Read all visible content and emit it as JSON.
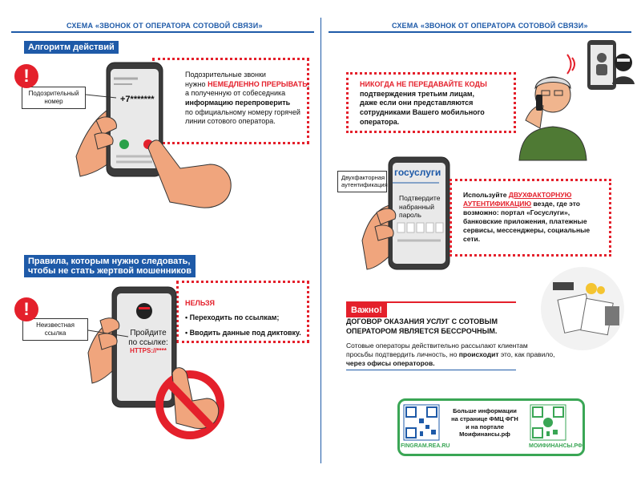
{
  "header": {
    "left_title": "СХЕМА «ЗВОНОК ОТ ОПЕРАТОРА СОТОВОЙ СВЯЗИ»",
    "right_title": "СХЕМА «ЗВОНОК ОТ ОПЕРАТОРА СОТОВОЙ СВЯЗИ»"
  },
  "algorithm": {
    "banner": "Алгоритм действий",
    "label": "Подозрительный номер",
    "phone_number": "+7*******",
    "text_1": "Подозрительные звонки",
    "text_2_pre": "нужно ",
    "text_2_red": "НЕМЕДЛЕННО ПРЕРЫВАТЬ",
    "text_2_post": ",",
    "text_3": "а полученную от собеседника",
    "text_4": "информацию перепроверить",
    "text_5": "по официальному номеру горячей",
    "text_6": "линии сотового оператора."
  },
  "rules": {
    "banner_1": "Правила, которым нужно следовать,",
    "banner_2": "чтобы не стать жертвой мошенников",
    "label": "Неизвестная ссылка",
    "phone_line_1": "Пройдите",
    "phone_line_2": "по ссылке:",
    "phone_link": "HTTPS://****",
    "forbidden_title": "НЕЛЬЗЯ",
    "item_1": "• Переходить по ссылкам;",
    "item_2": "• Вводить данные под диктовку."
  },
  "never": {
    "title_red": "НИКОГДА НЕ ПЕРЕДАВАЙТЕ КОДЫ",
    "line_1": "подтверждения третьим лицам,",
    "line_2": "даже если они представляются",
    "line_3": "сотрудниками Вашего мобильного",
    "line_4": "оператора."
  },
  "twofactor": {
    "label": "Двухфакторная аутентификация",
    "logo": "госуслуги",
    "phone_line_1": "Подтвердите",
    "phone_line_2": "набранный",
    "phone_line_3": "пароль",
    "text_pre": "Используйте ",
    "text_red_1": "ДВУХФАКТОРНУЮ",
    "text_red_2": "АУТЕНТИФИКАЦИЮ",
    "text_post": " везде, где это",
    "line_2": "возможно: портал «Госуслуги»,",
    "line_3": "банковские приложения, платежные",
    "line_4": "сервисы, мессенджеры, социальные",
    "line_5": "сети."
  },
  "important": {
    "badge": "Важно!",
    "bold_1": "ДОГОВОР ОКАЗАНИЯ УСЛУГ С СОТОВЫМ",
    "bold_2": "ОПЕРАТОРОМ ЯВЛЯЕТСЯ БЕССРОЧНЫМ",
    "bold_2_end": ".",
    "line_1": "Сотовые операторы действительно рассылают клиентам",
    "line_2_pre": "просьбы подтвердить личность, но ",
    "line_2_bold": "происходит",
    "line_2_post": " это, как правило,",
    "line_3": "через офисы операторов."
  },
  "footer": {
    "left_caption": "FINGRAM.REA.RU",
    "center_1": "Больше информации",
    "center_2": "на странице ФМЦ ФГН",
    "center_3": "и на портале",
    "center_4": "Моифинансы.рф",
    "right_caption": "МОИФИНАНСЫ.РФ"
  },
  "colors": {
    "accent_blue": "#1e5aa8",
    "alert_red": "#e4202b",
    "footer_green": "#3aa655"
  }
}
